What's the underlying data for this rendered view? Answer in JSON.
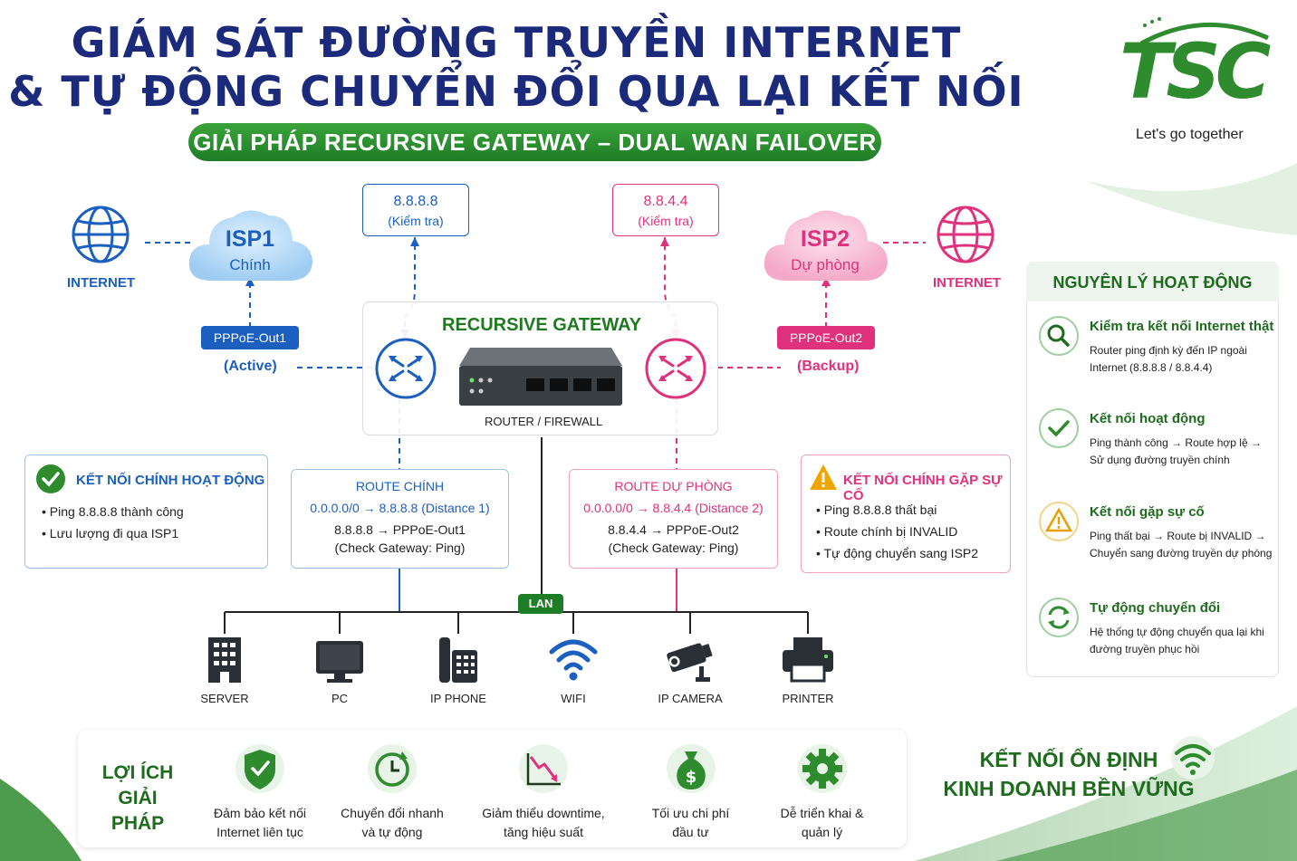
{
  "title_line1": "GIÁM SÁT ĐƯỜNG TRUYỀN INTERNET",
  "title_line2": "& TỰ ĐỘNG CHUYỂN ĐỔI QUA LẠI KẾT NỐI",
  "subtitle": "GIẢI PHÁP RECURSIVE GATEWAY – DUAL WAN FAILOVER",
  "logo": {
    "text": "TSC",
    "tagline": "Let's go together"
  },
  "colors": {
    "blue": "#1b5fc1",
    "pink": "#e0317c",
    "green": "#2e8b2e",
    "navy": "#1b2a7a",
    "orange": "#e8a000"
  },
  "isp1": {
    "name": "ISP1",
    "role": "Chính",
    "internet_label": "INTERNET",
    "interface": "PPPoE-Out1",
    "state": "(Active)",
    "check_ip": "8.8.8.8",
    "check_label": "(Kiểm tra)"
  },
  "isp2": {
    "name": "ISP2",
    "role": "Dự phòng",
    "internet_label": "INTERNET",
    "interface": "PPPoE-Out2",
    "state": "(Backup)",
    "check_ip": "8.8.4.4",
    "check_label": "(Kiểm tra)"
  },
  "gateway": {
    "title": "RECURSIVE GATEWAY",
    "device": "ROUTER / FIREWALL"
  },
  "card_ok": {
    "title": "KẾT NỐI CHÍNH HOẠT ĐỘNG",
    "items": [
      "Ping 8.8.8.8 thành công",
      "Lưu lượng đi qua ISP1"
    ]
  },
  "route_main": {
    "title": "ROUTE CHÍNH",
    "line1": "0.0.0.0/0 → 8.8.8.8 (Distance 1)",
    "line2": "8.8.8.8 → PPPoE-Out1",
    "line3": "(Check Gateway: Ping)"
  },
  "route_backup": {
    "title": "ROUTE DỰ PHÒNG",
    "line1": "0.0.0.0/0 → 8.8.4.4 (Distance 2)",
    "line2": "8.8.4.4 → PPPoE-Out2",
    "line3": "(Check Gateway: Ping)"
  },
  "card_fail": {
    "title": "KẾT NỐI CHÍNH GẶP SỰ CỐ",
    "items": [
      "Ping 8.8.8.8 thất bại",
      "Route chính bị INVALID",
      "Tự động chuyển sang ISP2"
    ]
  },
  "lan_label": "LAN",
  "devices": [
    "SERVER",
    "PC",
    "IP PHONE",
    "WIFI",
    "IP CAMERA",
    "PRINTER"
  ],
  "principle": {
    "title": "NGUYÊN LÝ HOẠT ĐỘNG",
    "items": [
      {
        "title": "Kiểm tra kết nối Internet thật",
        "desc": "Router ping định kỳ đến IP ngoài Internet (8.8.8.8 / 8.8.4.4)"
      },
      {
        "title": "Kết nối hoạt động",
        "desc": "Ping thành công → Route hợp lệ → Sử dụng đường truyền chính"
      },
      {
        "title": "Kết nối gặp sự cố",
        "desc": "Ping thất bại → Route bị INVALID → Chuyển sang đường truyền dự phòng"
      },
      {
        "title": "Tự động chuyển đổi",
        "desc": "Hệ thống tự động chuyển qua lại khi đường truyền phục hồi"
      }
    ]
  },
  "benefits": {
    "title_line1": "LỢI ÍCH",
    "title_line2": "GIẢI PHÁP",
    "items": [
      {
        "line1": "Đảm bảo kết nối",
        "line2": "Internet liên tục"
      },
      {
        "line1": "Chuyển đổi nhanh",
        "line2": "và tự động"
      },
      {
        "line1": "Giảm thiểu downtime,",
        "line2": "tăng hiệu suất"
      },
      {
        "line1": "Tối ưu chi phí",
        "line2": "đầu tư"
      },
      {
        "line1": "Dễ triển khai &",
        "line2": "quản lý"
      }
    ]
  },
  "slogan": {
    "line1": "KẾT NỐI ỔN ĐỊNH",
    "line2": "KINH DOANH BỀN VỮNG"
  }
}
